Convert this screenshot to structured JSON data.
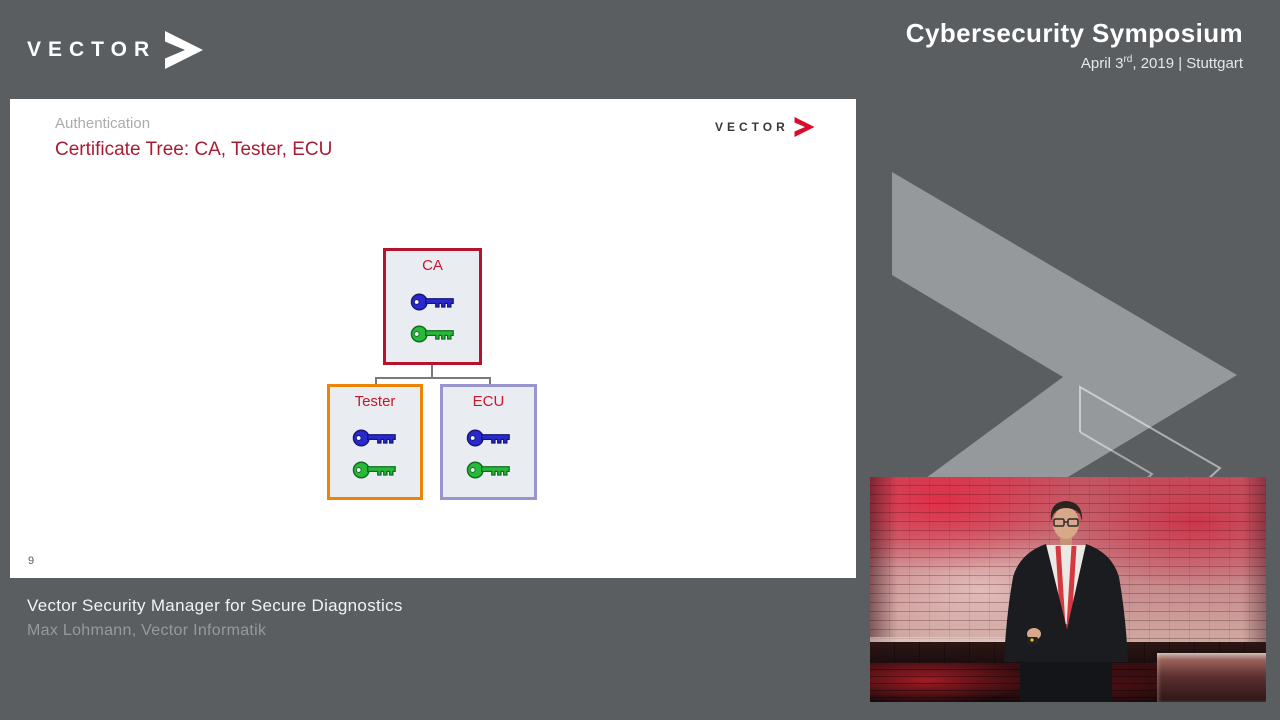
{
  "header": {
    "logo_text": "VECTOR",
    "title": "Cybersecurity Symposium",
    "date_prefix": "April 3",
    "date_superscript": "rd",
    "date_suffix": ", 2019 | Stuttgart"
  },
  "slide": {
    "kicker": "Authentication",
    "title": "Certificate Tree: CA, Tester, ECU",
    "logo_text": "VECTOR",
    "page_number": "9",
    "diagram": {
      "nodes": [
        {
          "label": "CA",
          "border_color": "#b5132b"
        },
        {
          "label": "Tester",
          "border_color": "#ec8506"
        },
        {
          "label": "ECU",
          "border_color": "#9996cf"
        }
      ],
      "icons": {
        "public_key": "key-icon-blue",
        "private_key": "key-icon-green"
      },
      "key_colors": {
        "blue": "#2929cf",
        "green": "#28b93a"
      },
      "label_color": "#c5182e",
      "box_fill": "#e9edf2"
    }
  },
  "footer": {
    "title": "Vector Security Manager for Secure Diagnostics",
    "subtitle": "Max Lohmann, Vector Informatik"
  },
  "video": {
    "description": "Presenter on stage in front of red-lit brick wall"
  },
  "colors": {
    "background": "#5a5e61",
    "slide_background": "#ffffff",
    "accent_red": "#da0c2c",
    "slide_title_red": "#a81c33",
    "kicker_gray": "#a9abad",
    "decor_chevron_gray": "#96999c"
  }
}
